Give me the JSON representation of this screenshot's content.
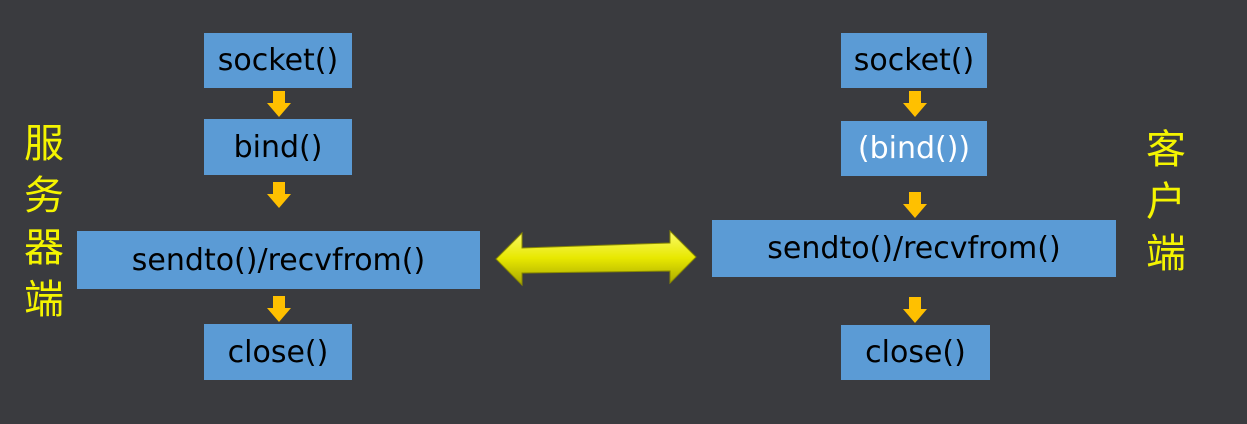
{
  "server": {
    "label_chars": [
      "服",
      "务",
      "器",
      "端"
    ],
    "steps": [
      "socket()",
      "bind()",
      "sendto()/recvfrom()",
      "close()"
    ]
  },
  "client": {
    "label_chars": [
      "客",
      "户",
      "端"
    ],
    "steps": [
      "socket()",
      "(bind())",
      "sendto()/recvfrom()",
      "close()"
    ]
  },
  "colors": {
    "background": "#3a3b3f",
    "box_fill": "#5b9bd5",
    "arrow_fill": "#ffc000",
    "label_color": "#f4f400"
  }
}
